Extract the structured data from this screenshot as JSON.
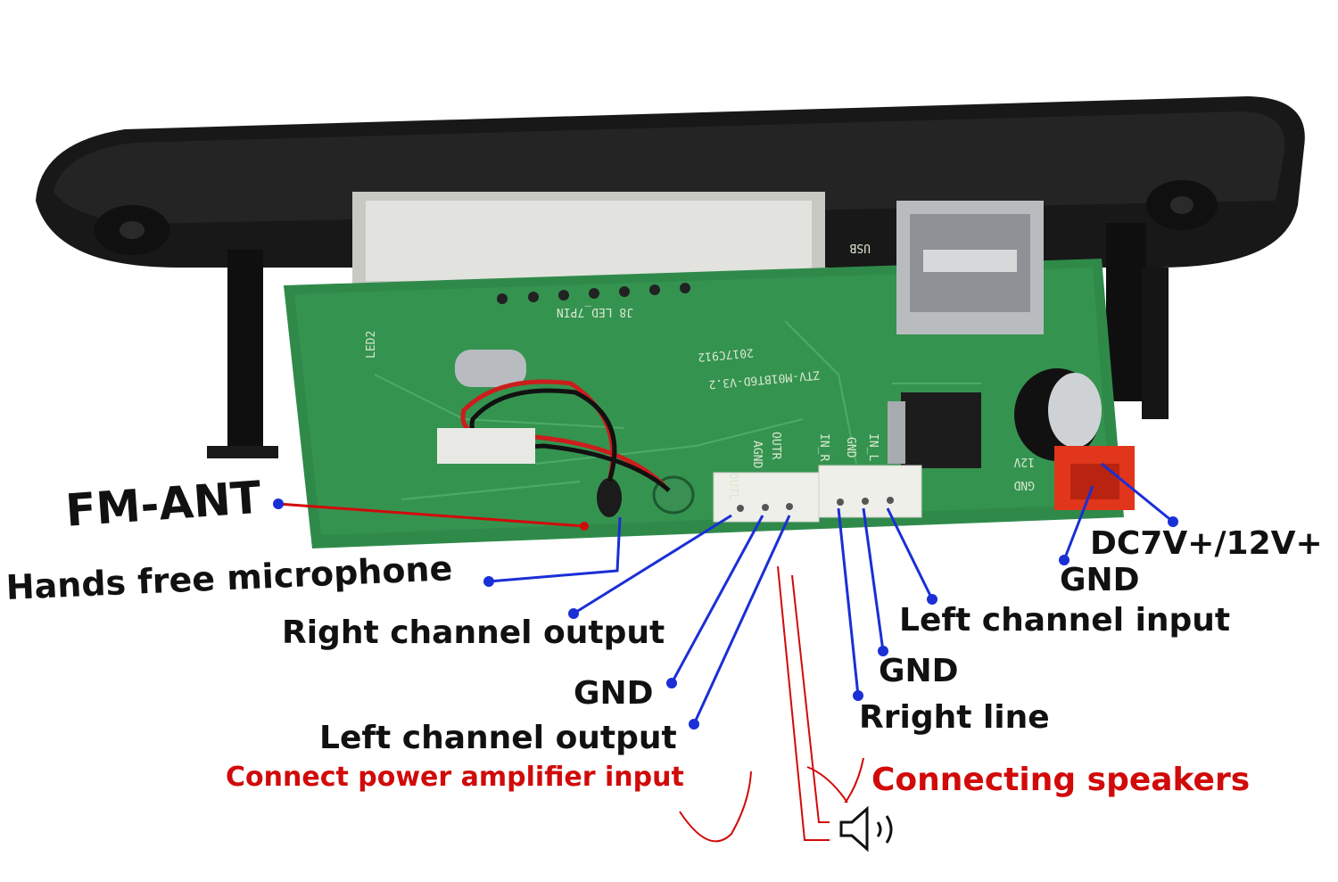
{
  "labels": {
    "fm_ant": "FM-ANT",
    "mic": "Hands free microphone",
    "right_out": "Right channel output",
    "gnd_out": "GND",
    "left_out": "Left channel output",
    "amp_note": "Connect power amplifier input",
    "left_in": "Left channel input",
    "gnd_in": "GND",
    "right_line": "Rright line",
    "speaker_note": "Connecting speakers",
    "power": "DC7V+/12V+",
    "gnd_power": "GND"
  },
  "pcb": {
    "model": "ZTV-M01BT6D-V3.2",
    "date": "2017C912",
    "header": "J8 LED_7PIN",
    "usb": "USB",
    "outl": "OUTL",
    "agnd": "AGND",
    "outr": "OUTR",
    "in_r": "IN_R",
    "in_gnd": "GND",
    "in_l": "IN_L",
    "v12": "12V",
    "gnd": "GND",
    "led": "LED2"
  },
  "colors": {
    "leader_blue": "#1a2fd6",
    "leader_red": "#d10a0a",
    "pcb_green": "#2f8a4a",
    "case_black": "#141414"
  },
  "icons": [
    "speaker-icon"
  ]
}
